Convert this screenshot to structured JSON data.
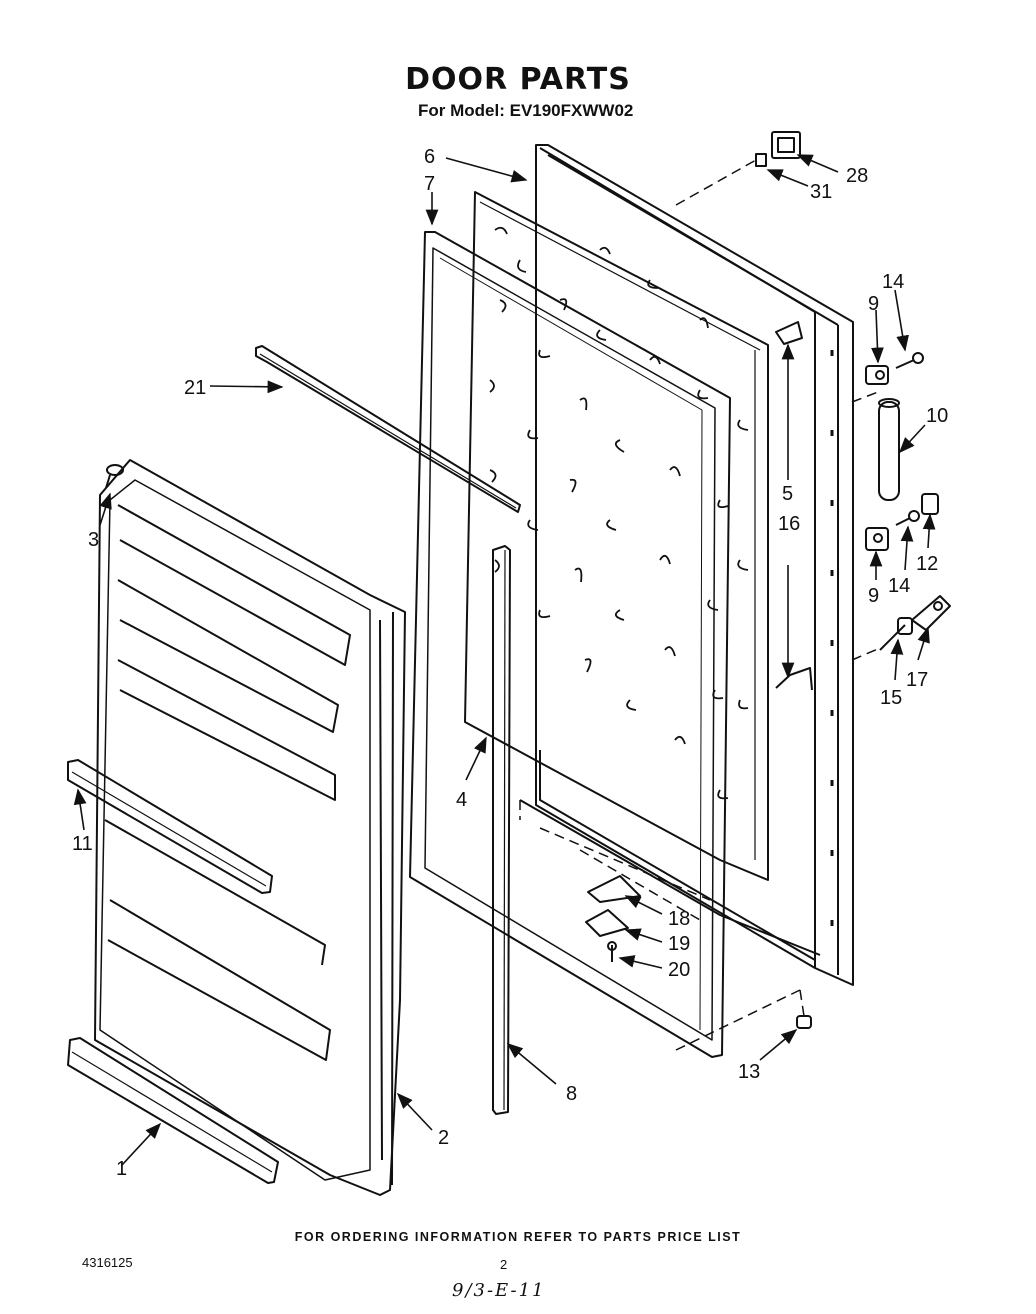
{
  "header": {
    "title": "DOOR PARTS",
    "subtitle": "For Model: EV190FXWW02"
  },
  "callouts": [
    "1",
    "2",
    "3",
    "4",
    "5",
    "6",
    "7",
    "8",
    "9",
    "9",
    "10",
    "11",
    "12",
    "13",
    "14",
    "14",
    "15",
    "16",
    "17",
    "18",
    "19",
    "20",
    "21",
    "28",
    "31"
  ],
  "footer": {
    "note": "FOR ORDERING INFORMATION REFER TO PARTS PRICE LIST",
    "doc_number": "4316125",
    "page_number": "2",
    "handwritten": "9/3-E-11"
  }
}
